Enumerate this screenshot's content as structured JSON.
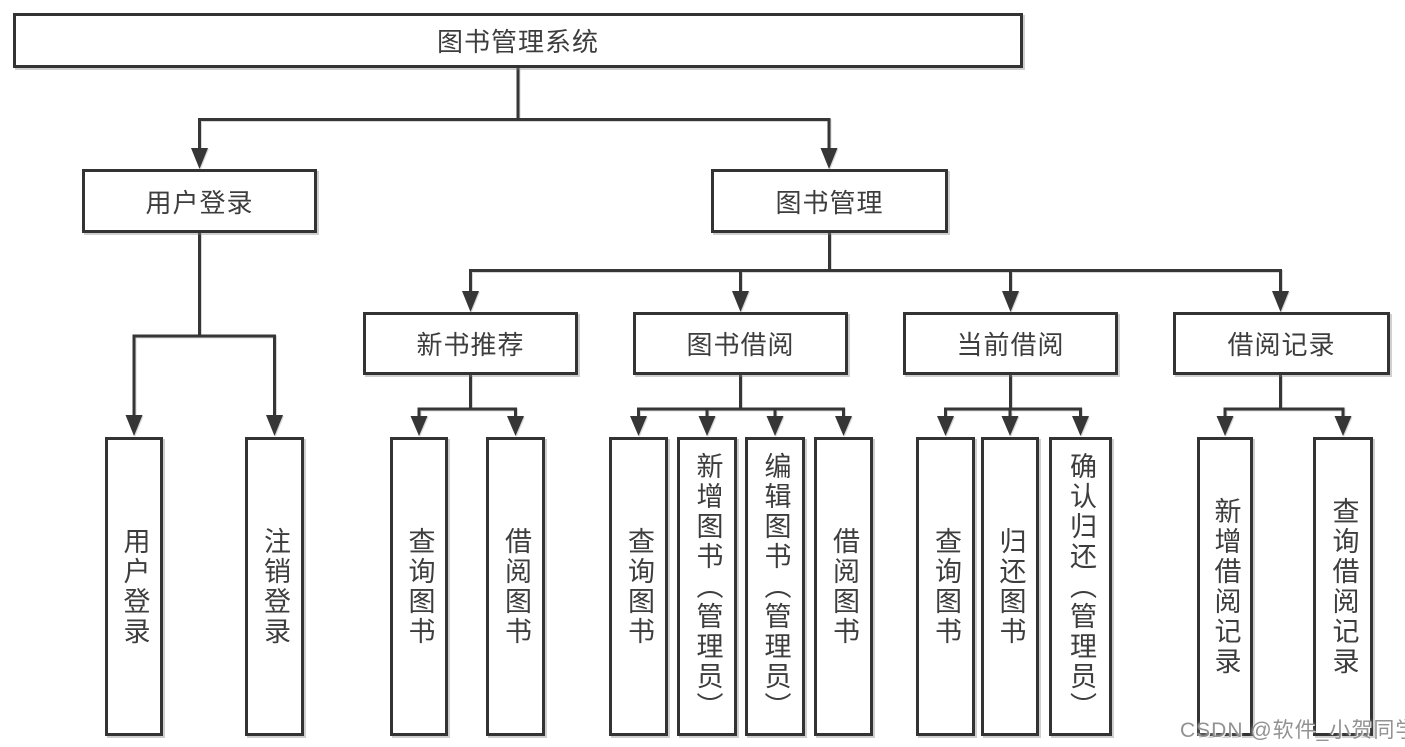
{
  "diagram": {
    "tree": {
      "root": {
        "label": "图书管理系统"
      },
      "children": [
        {
          "label": "用户登录",
          "children": [
            {
              "label": "用户登录"
            },
            {
              "label": "注销登录"
            }
          ]
        },
        {
          "label": "图书管理",
          "children": [
            {
              "label": "新书推荐",
              "children": [
                {
                  "label": "查询图书"
                },
                {
                  "label": "借阅图书"
                }
              ]
            },
            {
              "label": "图书借阅",
              "children": [
                {
                  "label": "查询图书"
                },
                {
                  "label": "新增图书（管理员）"
                },
                {
                  "label": "编辑图书（管理员）"
                },
                {
                  "label": "借阅图书"
                }
              ]
            },
            {
              "label": "当前借阅",
              "children": [
                {
                  "label": "查询图书"
                },
                {
                  "label": "归还图书"
                },
                {
                  "label": "确认归还（管理员）"
                }
              ]
            },
            {
              "label": "借阅记录",
              "children": [
                {
                  "label": "新增借阅记录"
                },
                {
                  "label": "查询借阅记录"
                }
              ]
            }
          ]
        }
      ]
    }
  },
  "watermark": {
    "text": "CSDN @软件_小贺同学"
  },
  "colors": {
    "line": "#363636",
    "box_border": "#333333",
    "text": "#3d3d3d",
    "background": "#ffffff",
    "watermark": "#8c8c8c"
  }
}
